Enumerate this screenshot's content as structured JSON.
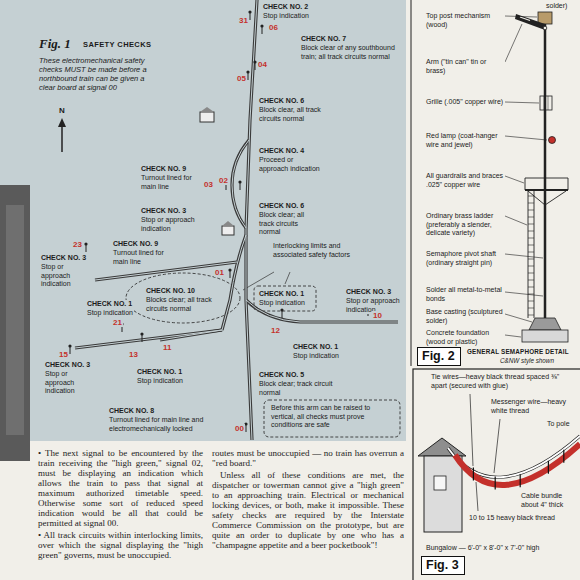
{
  "diagram": {
    "nodes": [
      {
        "text": [
          "Fig. 2"
        ]
      },
      {
        "text": [
          "Fig. 3"
        ]
      }
    ],
    "labels": [
      "Fig. 1",
      "SAFETY CHECKS",
      "These electromechanical safety checks MUST be made before a northbound train can be given a clear board at signal 00",
      "N",
      "CHECK NO. 2",
      "Stop indication",
      "31",
      "06",
      "CHECK NO. 7",
      "Block clear of any southbound train; all track circuits normal",
      "05",
      "04",
      "CHECK NO. 6",
      "Block clear, all track circuits normal",
      "CHECK NO. 9",
      "Turnout lined for main line",
      "CHECK NO. 4",
      "Proceed or approach indication",
      "CHECK NO. 3",
      "Stop or approach indication",
      "03",
      "02",
      "CHECK NO. 6",
      "Block clear; all track circuits normal",
      "CHECK NO. 9",
      "Turnout lined for main line",
      "Interlocking limits and associated safety factors",
      "23",
      "CHECK NO. 3",
      "Stop or approach indication",
      "CHECK NO. 10",
      "Blocks clear; all track circuits normal",
      "01",
      "CHECK NO. 1",
      "Stop indication",
      "CHECK NO. 3",
      "Stop or approach indication",
      "10",
      "12",
      "CHECK NO. 1",
      "Stop indication",
      "21",
      "CHECK NO. 1",
      "Stop indication",
      "13",
      "11",
      "15",
      "CHECK NO. 3",
      "Stop or approach indication",
      "CHECK NO. 1",
      "Stop indication",
      "CHECK NO. 5",
      "Block clear; track circuit normal",
      "CHECK NO. 8",
      "Turnout lined for main line and electromechanically locked",
      "Before this arm can be raised to vertical, all checks must prove conditions are safe",
      "00",
      "• The next signal to be encountered by the train receiving the \"high green,\" signal 02, must be displaying an indication which allows the train to pass that signal at maximum authorized timetable speed. Otherwise some sort of reduced speed indication would be all that could be permitted at signal 00.",
      "• All track circuits within interlocking limits, over which the signal displaying the \"high green\" governs, must be unoccupied.",
      "routes must be unoccupied — no train has overrun a \"red board.\"",
      "Unless all of these conditions are met, the dispatcher or towerman cannot give a \"high green\" to an approaching train. Electrical or mechanical locking devices, or both, make it impossible. These safety checks are required by the Interstate Commerce Commission on the prototype, but are quite an order to duplicate by one who has a \"champagne appetite and a beer pocketbook\"!",
      "solder)",
      "Top post mechanism (wood)",
      "Arm (\"tin can\" tin or brass)",
      "Grille (.005\" copper wire)",
      "Red lamp (coat-hanger wire and jewel)",
      "All guardrails and braces .025\" copper wire",
      "Ordinary brass ladder (preferably a slender, delicate variety)",
      "Semaphore pivot shaft (ordinary straight pin)",
      "Solder all metal-to-metal bonds",
      "Base casting (sculptured solder)",
      "Concrete foundation (wood or plastic)",
      "GENERAL SEMAPHORE DETAIL",
      "C&NW style shown",
      "Tie wires—heavy black thread spaced ⅜\" apart (secured with glue)",
      "Messenger wire—heavy white thread",
      "To pole",
      "Cable bundle about 4\" thick",
      "10 to 15 heavy black thread",
      "Bungalow — 6'-0\" x 8'-0\" x 7'-0\" high"
    ]
  }
}
